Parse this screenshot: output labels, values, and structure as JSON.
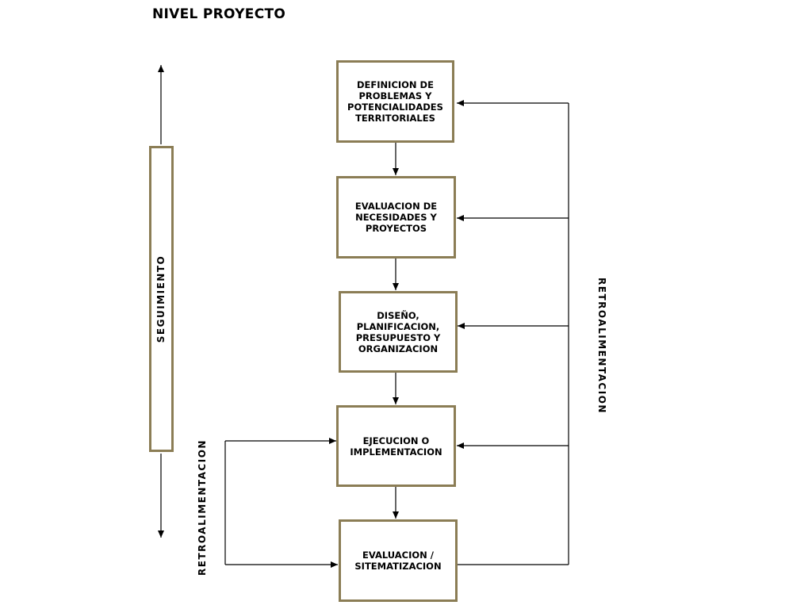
{
  "title": "NIVEL PROYECTO",
  "boxes": [
    {
      "label": "DEFINICION DE\nPROBLEMAS Y\nPOTENCIALIDADES\nTERRITORIALES"
    },
    {
      "label": "EVALUACION DE\nNECESIDADES Y\nPROYECTOS"
    },
    {
      "label": "DISEÑO,\nPLANIFICACION,\nPRESUPUESTO Y\nORGANIZACION"
    },
    {
      "label": "EJECUCION O\nIMPLEMENTACION"
    },
    {
      "label": "EVALUACION /\nSITEMATIZACION"
    }
  ],
  "seguimiento_label": "SEGUIMIENTO",
  "retro_right_label": "RETROALIMENTACION",
  "retro_left_label": "RETROALIMENTACION",
  "colors": {
    "box_border": "#8b7d55",
    "lines": "#000000"
  }
}
